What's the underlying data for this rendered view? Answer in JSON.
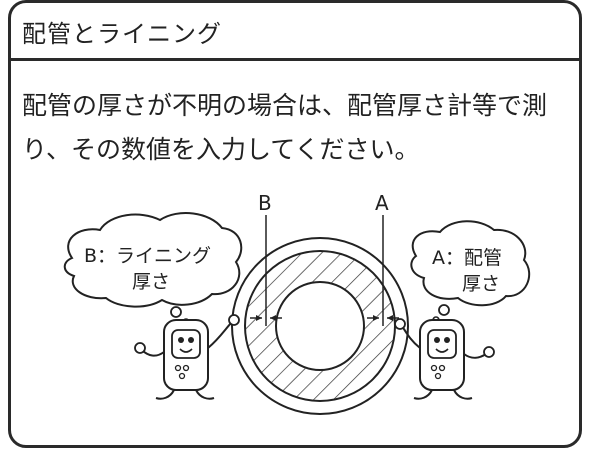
{
  "header": {
    "title": "配管とライニング"
  },
  "instructions": {
    "line1": "配管の厚さが不明の場合は、配管厚さ計等で測",
    "line2": "り、その数値を入力してください。"
  },
  "diagram": {
    "label_b": "B",
    "label_a": "A",
    "bubble_left": {
      "line1": "B：ライニング",
      "line2": "厚さ"
    },
    "bubble_right": {
      "line1": "A：配管",
      "line2": "厚さ"
    }
  }
}
